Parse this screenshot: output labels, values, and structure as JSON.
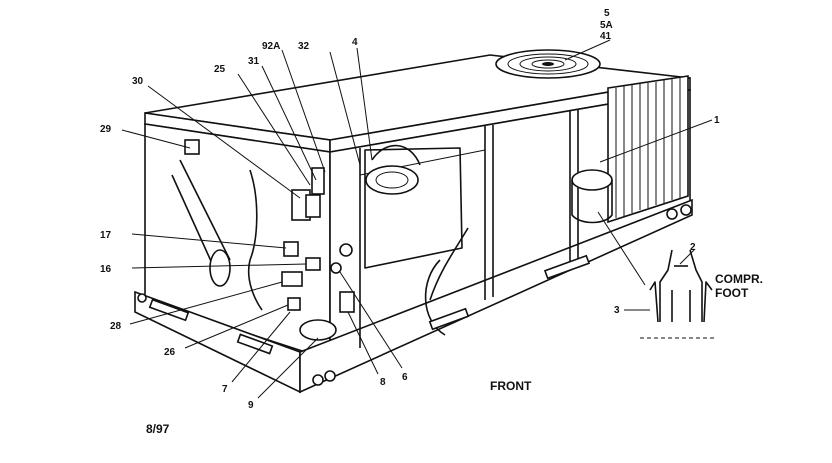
{
  "diagram": {
    "callouts": [
      {
        "id": "c5",
        "text": "5"
      },
      {
        "id": "c5a",
        "text": "5A"
      },
      {
        "id": "c41",
        "text": "41"
      },
      {
        "id": "c4",
        "text": "4"
      },
      {
        "id": "c32",
        "text": "32"
      },
      {
        "id": "c92a",
        "text": "92A"
      },
      {
        "id": "c31",
        "text": "31"
      },
      {
        "id": "c25",
        "text": "25"
      },
      {
        "id": "c30",
        "text": "30"
      },
      {
        "id": "c29",
        "text": "29"
      },
      {
        "id": "c1",
        "text": "1"
      },
      {
        "id": "c17",
        "text": "17"
      },
      {
        "id": "c16",
        "text": "16"
      },
      {
        "id": "c28",
        "text": "28"
      },
      {
        "id": "c26",
        "text": "26"
      },
      {
        "id": "c7",
        "text": "7"
      },
      {
        "id": "c9",
        "text": "9"
      },
      {
        "id": "c8",
        "text": "8"
      },
      {
        "id": "c6",
        "text": "6"
      },
      {
        "id": "c2",
        "text": "2"
      },
      {
        "id": "c3",
        "text": "3"
      }
    ],
    "inset_label_line1": "COMPR.",
    "inset_label_line2": "FOOT",
    "front_label": "FRONT",
    "date_code": "8/97"
  }
}
